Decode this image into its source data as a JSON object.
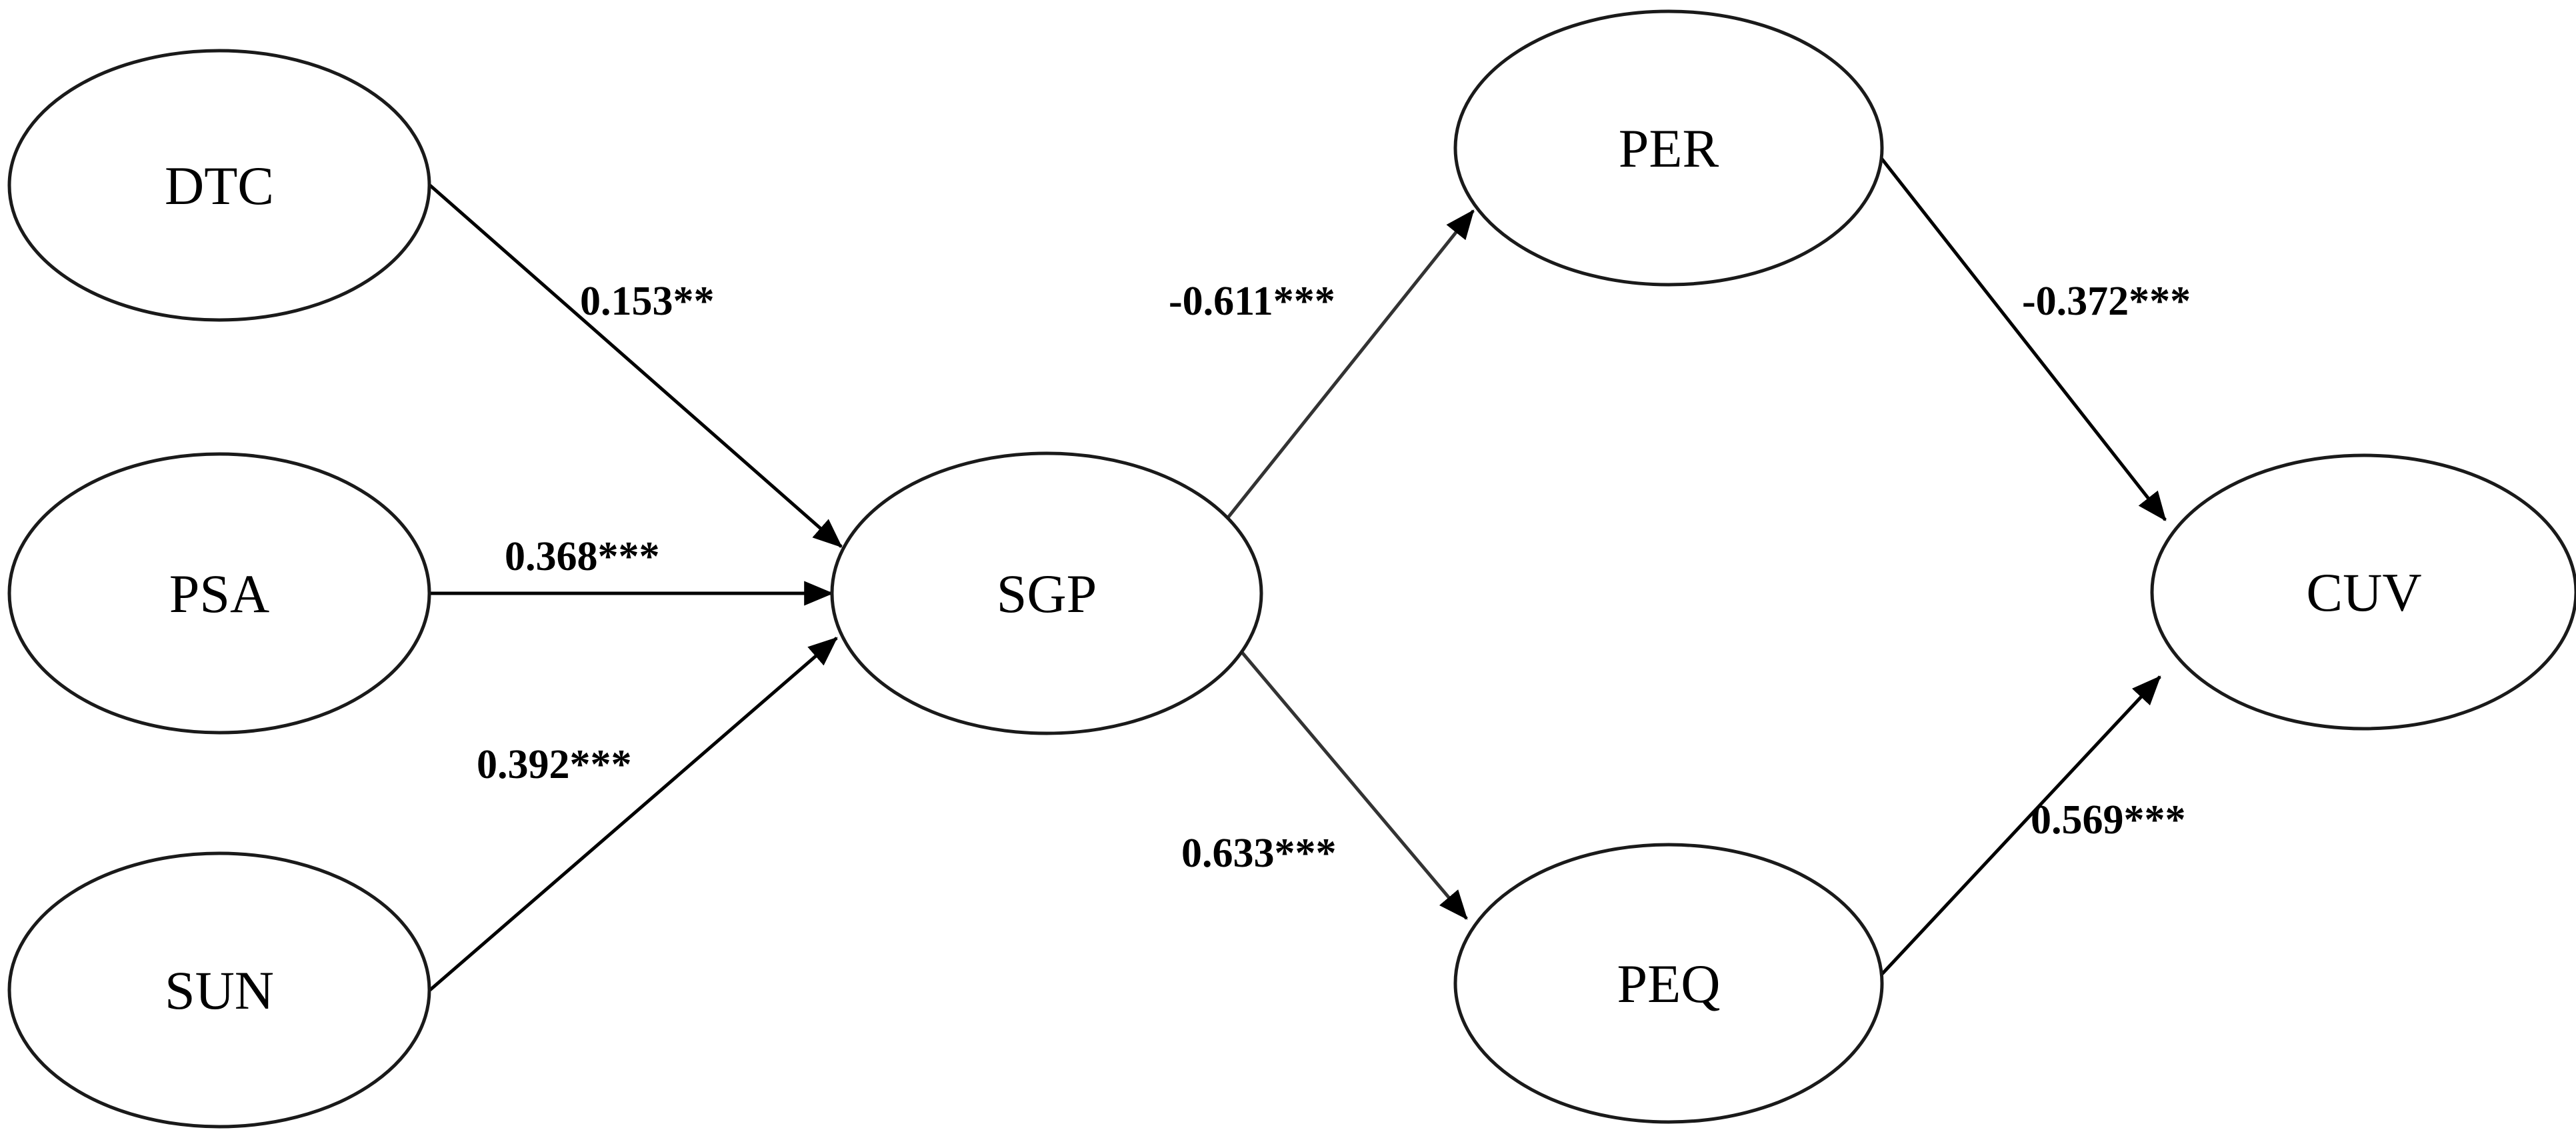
{
  "nodes": {
    "dtc": "DTC",
    "psa": "PSA",
    "sun": "SUN",
    "sgp": "SGP",
    "per": "PER",
    "peq": "PEQ",
    "cuv": "CUV"
  },
  "paths": {
    "dtc_sgp": "0.153**",
    "psa_sgp": "0.368***",
    "sun_sgp": "0.392***",
    "sgp_per": "-0.611***",
    "sgp_peq": "0.633***",
    "per_cuv": "-0.372***",
    "peq_cuv": "0.569***"
  }
}
